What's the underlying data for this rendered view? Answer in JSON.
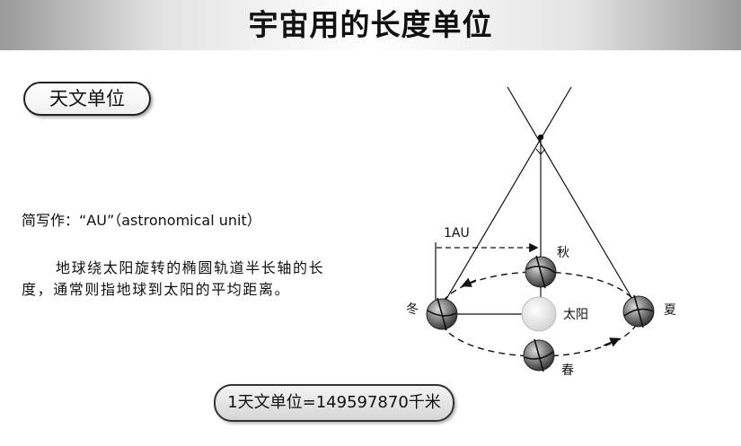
{
  "header": {
    "title": "宇宙用的长度单位"
  },
  "section": {
    "label": "天文单位"
  },
  "abbreviation": {
    "text": "简写作：“AU”（astronomical unit）"
  },
  "description": {
    "text": "地球绕太阳旋转的椭圆轨道半长轴的长度，通常则指地球到太阳的平均距离。"
  },
  "conversion": {
    "text": "1天文单位=149597870千米"
  },
  "diagram": {
    "distance_label": "1AU",
    "sun_label": "太阳",
    "season_labels": {
      "autumn": "秋",
      "winter": "冬",
      "summer": "夏",
      "spring": "春"
    },
    "colors": {
      "earth": "#6a6a6a",
      "sun": "#e6e6e6",
      "line": "#111111"
    }
  }
}
